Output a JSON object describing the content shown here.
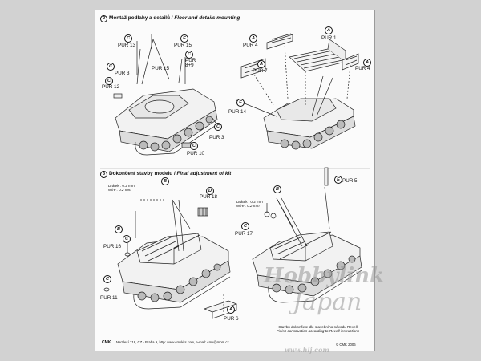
{
  "section2": {
    "number": "2",
    "title_cz": "Montáž podlahy a detailů /",
    "title_en": "Floor and details mounting"
  },
  "section3": {
    "number": "3",
    "title_cz": "Dokončení stavby modelu /",
    "title_en": "Final adjustment of kit"
  },
  "part_labels": {
    "pur13": "PUR 13",
    "pur15a": "PUR 15",
    "pur15b": "PUR 15",
    "pur89": "PUR\n8+9",
    "pur3a": "PUR 3",
    "pur12": "PUR 12",
    "pur3b": "PUR 3",
    "pur10": "PUR 10",
    "pur4a": "PUR 4",
    "pur1": "PUR 1",
    "pur4b": "PUR 4",
    "pur7": "PUR 7",
    "pur14": "PUR 14",
    "pur18": "PUR 18",
    "pur16": "PUR 16",
    "pur11": "PUR 11",
    "pur6": "PUR 6",
    "pur5": "PUR 5",
    "pur17": "PUR 17"
  },
  "badges": {
    "c": "C",
    "e": "E",
    "a": "A",
    "b": "B",
    "d": "D"
  },
  "wire_note_left": {
    "cz": "Drátek : 0.2 mm",
    "en": "Wire : 0.2 mm"
  },
  "wire_note_right": {
    "cz": "Drátek : 0.2 mm",
    "en": "Wire : 0.2 mm"
  },
  "finish_note": {
    "cz": "Stavbu dokončete dle stavebního návodu Revell",
    "en": "Finish construction according to Revell instructions"
  },
  "footer": {
    "brand": "CMK",
    "address": "Mezilesí 718, CZ - Praha 9,  http: www.cmkkits.com, e-mail: cmk@mpm.cz",
    "copyright": "© CMK 2006"
  },
  "watermark": {
    "line1": "Hobbylink",
    "line2": "Japan",
    "line3": "www.hlj.com"
  }
}
